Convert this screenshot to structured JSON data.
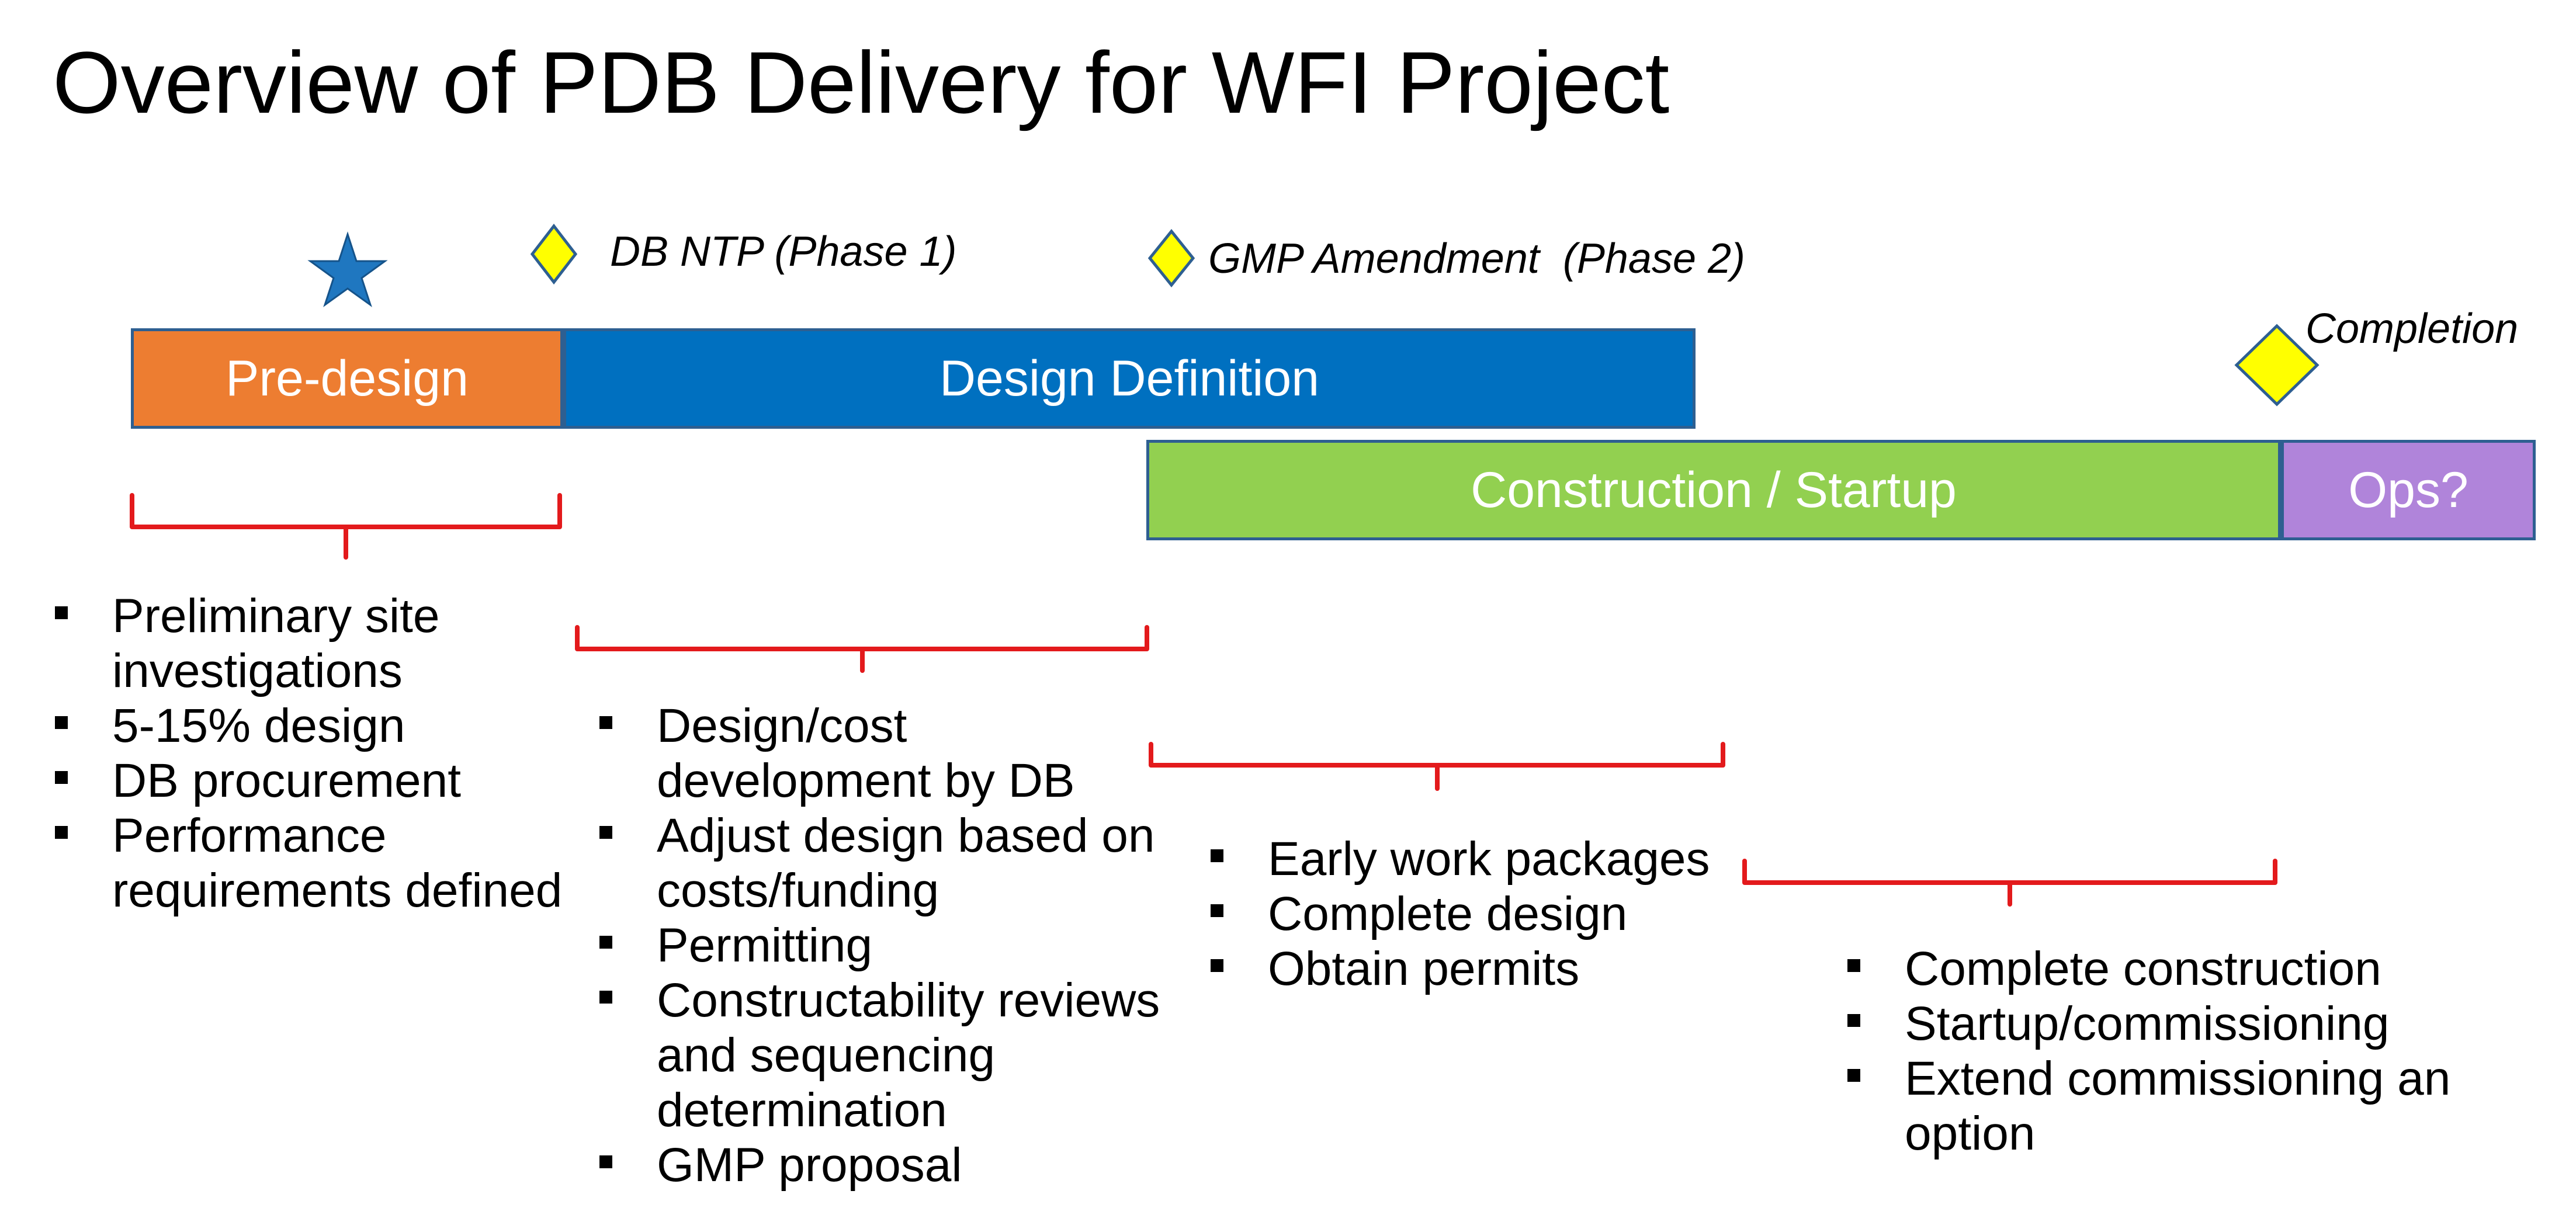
{
  "title": "Overview of PDB Delivery for WFI Project",
  "colors": {
    "predesign": "#ED7D31",
    "design": "#0070C0",
    "construction": "#92D050",
    "ops": "#B084DA",
    "milestone": "#FFFF00",
    "star": "#1F77C0",
    "bracket": "#E31A1C"
  },
  "milestones": {
    "star": "star-icon",
    "ntp": "DB NTP (Phase 1)",
    "gmp": "GMP Amendment  (Phase 2)",
    "completion": "Completion"
  },
  "phases": {
    "predesign": "Pre-design",
    "design": "Design Definition",
    "construction": "Construction / Startup",
    "ops": "Ops?"
  },
  "lists": {
    "predesign": [
      "Preliminary site investigations",
      "5-15% design",
      "DB procurement",
      "Performance requirements defined"
    ],
    "design": [
      "Design/cost development by DB",
      "Adjust design based on costs/funding",
      "Permitting",
      "Constructability reviews and sequencing determination",
      "GMP proposal"
    ],
    "early": [
      "Early work packages",
      "Complete design",
      "Obtain permits"
    ],
    "construction": [
      "Complete construction",
      "Startup/commissioning",
      "Extend commissioning an option"
    ]
  }
}
